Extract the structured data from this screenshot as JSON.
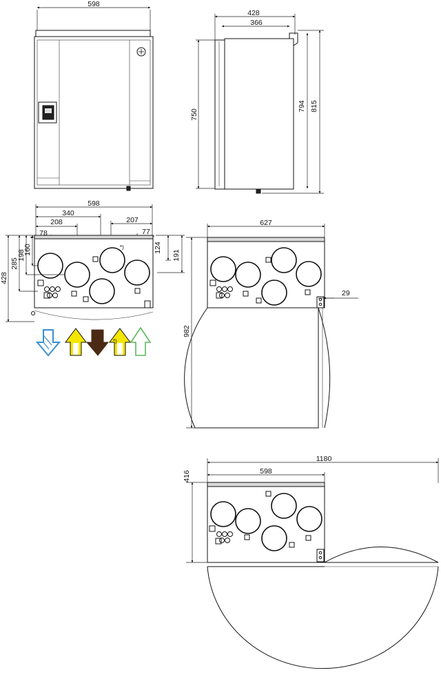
{
  "dims": {
    "front_width": "598",
    "side_depth_total": "428",
    "side_depth_inner": "366",
    "side_height_body": "750",
    "side_height_794": "794",
    "side_height_815": "815",
    "top_width": "598",
    "top_340": "340",
    "top_208": "208",
    "top_78": "78",
    "top_207": "207",
    "top_77": "77",
    "top_124": "124",
    "top_191": "191",
    "top_428": "428",
    "top_285": "285",
    "top_198": "198",
    "top_160": "160",
    "door_width": "627",
    "door_29": "29",
    "door_swing": "982",
    "wide_1180": "1180",
    "wide_598": "598",
    "wide_416": "416"
  },
  "notes": {
    "footnote_mark": "*)"
  },
  "colors": {
    "arrow_outdoor_blue": "#3a8fd0",
    "arrow_supply_yellow": "#f5e600",
    "arrow_exhaust_brown": "#4a2a14",
    "arrow_extract_yellow": "#f5e600",
    "arrow_extract_green": "#5cb85c"
  }
}
